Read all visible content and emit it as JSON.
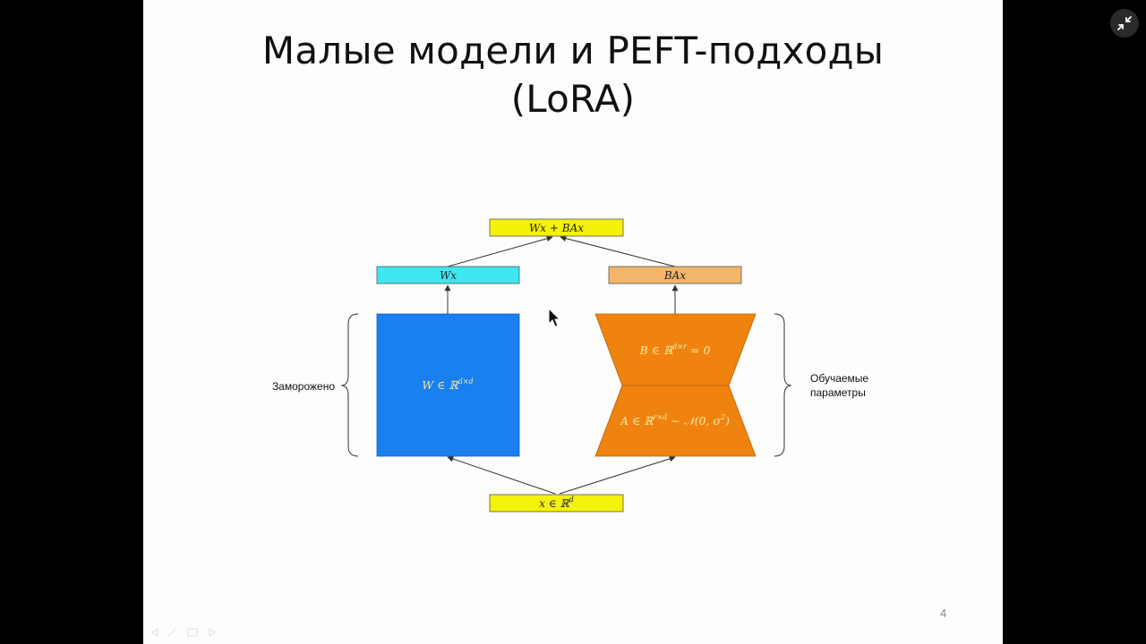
{
  "slide": {
    "title_line1": "Малые модели и PEFT-подходы",
    "title_line2": "(LoRA)",
    "page_number": "4"
  },
  "diagram": {
    "output_label": "Wx + BAx",
    "wx_label": "Wx",
    "bax_label": "BAx",
    "w_matrix_label": "W ∈ ℝ",
    "w_matrix_sup": "d×d",
    "b_matrix_label": "B ∈ ℝ",
    "b_matrix_sup": "d×r",
    "b_matrix_suffix": " = 0",
    "a_matrix_label": "A ∈ ℝ",
    "a_matrix_sup": "r×d",
    "a_matrix_suffix": " ∼ 𝒩(0, σ",
    "a_matrix_sup2": "2",
    "a_matrix_close": ")",
    "input_label": "x ∈ ℝ",
    "input_sup": "d",
    "frozen_label": "Заморожено",
    "trainable_label_line1": "Обучаемые",
    "trainable_label_line2": "параметры"
  },
  "colors": {
    "output_box": "#f4f10a",
    "wx_box": "#3ee6f0",
    "bax_box": "#f2b56a",
    "w_matrix": "#1a7fef",
    "ab_matrix": "#f0830f",
    "input_box": "#f4f10a"
  },
  "icons": {
    "exit_fullscreen": "exit-fullscreen-icon",
    "cursor": "mouse-pointer-icon"
  }
}
